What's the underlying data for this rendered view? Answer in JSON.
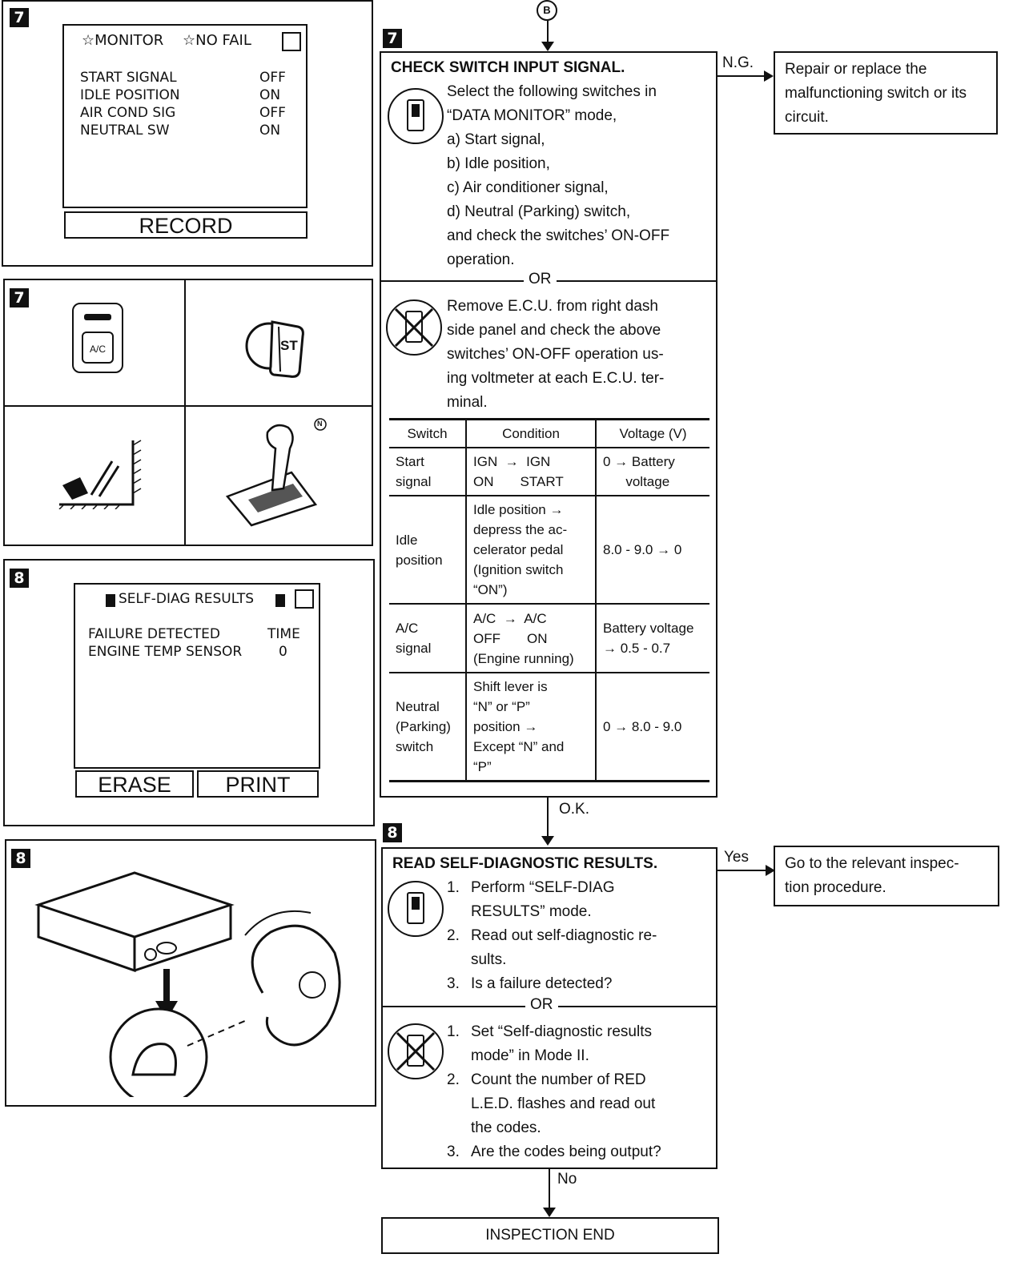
{
  "top_marker": "B",
  "panel7_monitor": {
    "badge": "7",
    "header_monitor": "☆MONITOR",
    "header_nofail": "☆NO FAIL",
    "rows": [
      {
        "label": "START SIGNAL",
        "value": "OFF"
      },
      {
        "label": "IDLE POSITION",
        "value": "ON"
      },
      {
        "label": "AIR COND SIG",
        "value": "OFF"
      },
      {
        "label": "NEUTRAL SW",
        "value": "ON"
      }
    ],
    "button": "RECORD"
  },
  "panel7_switches": {
    "badge": "7",
    "ac_label": "A/C",
    "key_label": "ST",
    "shift_label": "N"
  },
  "panel8_diag": {
    "badge": "8",
    "title": "SELF-DIAG RESULTS",
    "col_failure": "FAILURE DETECTED",
    "col_time": "TIME",
    "row_label": "ENGINE TEMP SENSOR",
    "row_value": "0",
    "erase": "ERASE",
    "print": "PRINT"
  },
  "panel8_ecu": {
    "badge": "8"
  },
  "step7": {
    "badge": "7",
    "title": "CHECK SWITCH INPUT SIGNAL.",
    "lines_a": [
      "Select the following switches in",
      "“DATA MONITOR” mode,",
      "a)  Start signal,",
      "b)  Idle position,",
      "c)  Air conditioner signal,",
      "d)  Neutral (Parking) switch,",
      "and check the switches’ ON-OFF",
      "operation."
    ],
    "or": "OR",
    "lines_b": [
      "Remove E.C.U. from right dash",
      "side panel and check the above",
      "switches’ ON-OFF operation us-",
      "ing voltmeter at each E.C.U. ter-",
      "minal."
    ],
    "table": {
      "headers": [
        "Switch",
        "Condition",
        "Voltage (V)"
      ],
      "rows": [
        [
          "Start\nsignal",
          "IGN  →  IGN\nON       START",
          "0 → Battery\n      voltage"
        ],
        [
          "Idle\nposition",
          "Idle position →\ndepress the ac-\ncelerator pedal\n(Ignition switch\n“ON”)",
          "8.0 - 9.0 → 0"
        ],
        [
          "A/C\nsignal",
          "A/C  →  A/C\nOFF       ON\n(Engine running)",
          "Battery voltage\n→ 0.5 - 0.7"
        ],
        [
          "Neutral\n(Parking)\nswitch",
          "Shift lever is\n“N” or “P”\nposition →\nExcept “N” and\n“P”",
          "0 → 8.0 - 9.0"
        ]
      ]
    },
    "ng_label": "N.G.",
    "ng_box": "Repair or replace the malfunctioning switch or its circuit.",
    "ok_label": "O.K."
  },
  "step8": {
    "badge": "8",
    "title": "READ SELF-DIAGNOSTIC RESULTS.",
    "list_a": [
      {
        "n": "1.",
        "t": "Perform “SELF-DIAG\nRESULTS” mode."
      },
      {
        "n": "2.",
        "t": "Read out self-diagnostic re-\nsults."
      },
      {
        "n": "3.",
        "t": "Is a failure detected?"
      }
    ],
    "or": "OR",
    "list_b": [
      {
        "n": "1.",
        "t": "Set “Self-diagnostic results\nmode” in Mode II."
      },
      {
        "n": "2.",
        "t": "Count the number of RED\nL.E.D. flashes and read out\nthe codes."
      },
      {
        "n": "3.",
        "t": "Are the codes being output?"
      }
    ],
    "yes_label": "Yes",
    "yes_box": "Go to the relevant inspec-\ntion procedure.",
    "no_label": "No"
  },
  "end_box": "INSPECTION END"
}
